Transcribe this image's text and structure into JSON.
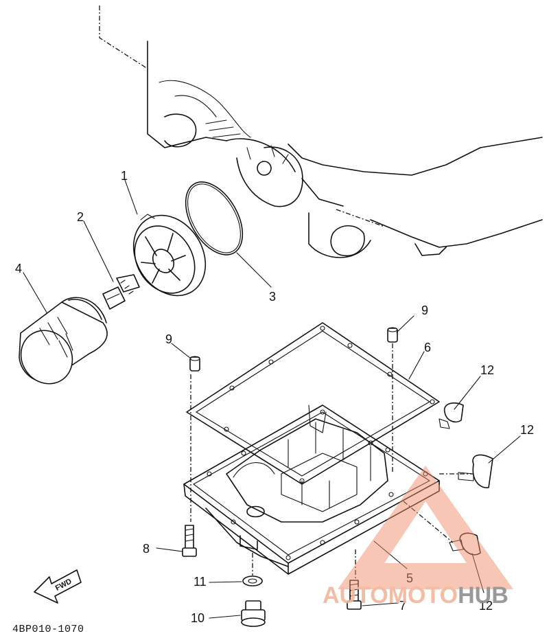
{
  "diagram": {
    "code": "4BP010-1070",
    "fwd_label": "FWD",
    "labels": {
      "p1": "1",
      "p2": "2",
      "p3": "3",
      "p4": "4",
      "p5": "5",
      "p6": "6",
      "p7": "7",
      "p8": "8",
      "p9a": "9",
      "p9b": "9",
      "p10": "10",
      "p11": "11",
      "p12a": "12",
      "p12b": "12",
      "p12c": "12"
    }
  },
  "watermark": {
    "part1": "AUTO",
    "part2": "MOTO",
    "part3": "HUB",
    "color_primary": "#f08a6a",
    "color_secondary": "#8f8f8f"
  }
}
